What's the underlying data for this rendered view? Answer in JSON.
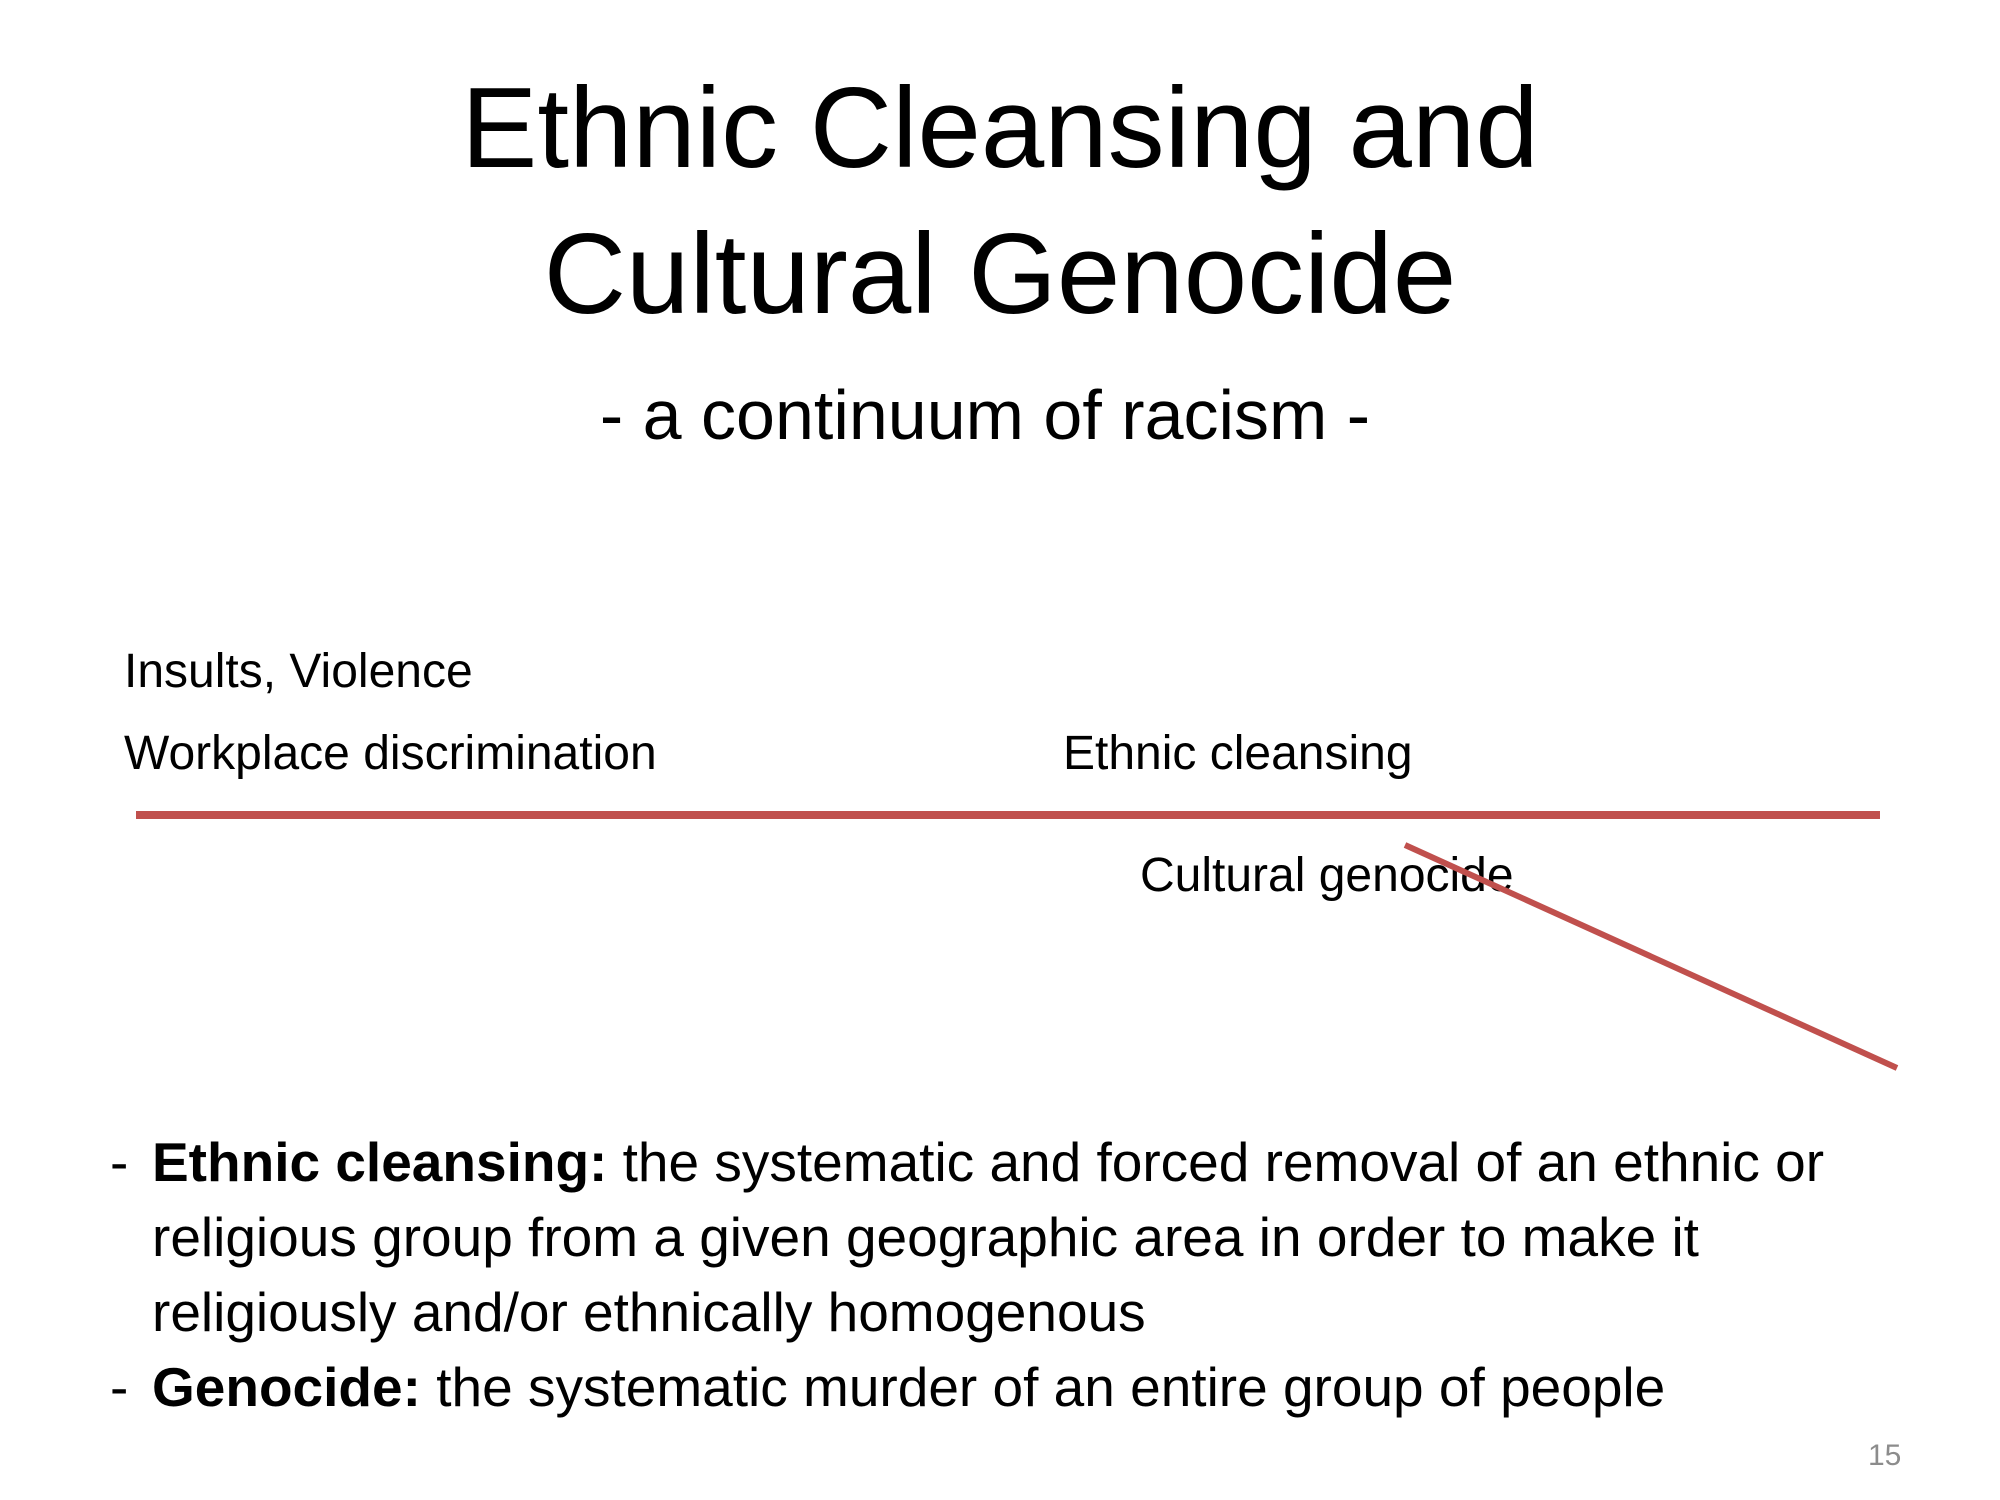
{
  "slide": {
    "title_line1": "Ethnic Cleansing and",
    "title_line2": "Cultural Genocide",
    "subtitle": "- a continuum of racism -",
    "page_number": "15"
  },
  "continuum": {
    "line_color": "#c0504d",
    "labels": {
      "insults_violence": "Insults, Violence",
      "workplace_discrimination": "Workplace discrimination",
      "ethnic_cleansing": "Ethnic cleansing",
      "cultural_genocide": "Cultural genocide"
    }
  },
  "definitions": [
    {
      "dash": "-",
      "term": "Ethnic cleansing:",
      "text": " the systematic and forced removal of an ethnic or religious group from a given geographic area in order to make it religiously and/or ethnically homogenous"
    },
    {
      "dash": "-",
      "term": "Genocide:",
      "text": " the systematic murder of an entire group of people"
    }
  ]
}
